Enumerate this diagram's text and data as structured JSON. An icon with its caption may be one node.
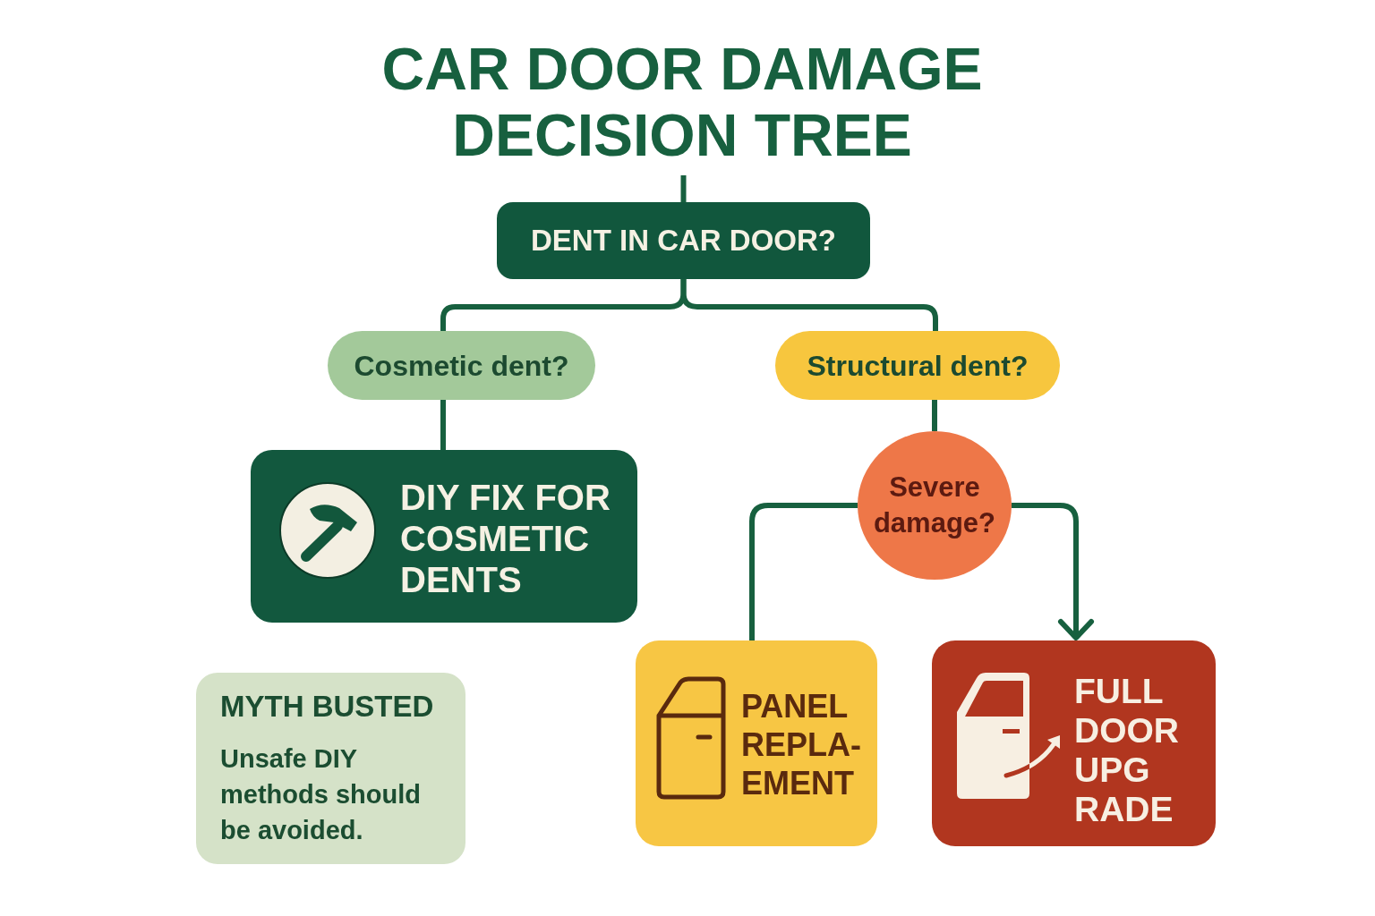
{
  "diagram": {
    "title": "CAR DOOR DAMAGE DECISION TREE",
    "nodes": [
      {
        "text": [
          "DENT IN CAR DOOR?"
        ]
      },
      {
        "text": [
          "Cosmetic dent?"
        ]
      },
      {
        "text": [
          "Structural dent?"
        ]
      },
      {
        "text": [
          "DIY FIX FOR COSMETIC DENTS"
        ]
      },
      {
        "text": [
          "Severe damage?"
        ]
      },
      {
        "text": [
          "PANEL REPLA- EMENT"
        ]
      },
      {
        "text": [
          "FULL DOOR UPG RADE"
        ]
      },
      {
        "text": [
          "MYTH BUSTED",
          "Unsafe DIY methods should be avoided."
        ]
      }
    ],
    "edges": [
      {
        "from": null,
        "to": 0,
        "arrow": "none"
      },
      {
        "from": 0,
        "to": 1,
        "arrow": "none"
      },
      {
        "from": 0,
        "to": 2,
        "arrow": "none"
      },
      {
        "from": 1,
        "to": 3,
        "arrow": "none"
      },
      {
        "from": 2,
        "to": 4,
        "arrow": "none"
      },
      {
        "from": 4,
        "to": 5,
        "arrow": "none"
      },
      {
        "from": 4,
        "to": 6,
        "arrow": "to"
      }
    ]
  }
}
